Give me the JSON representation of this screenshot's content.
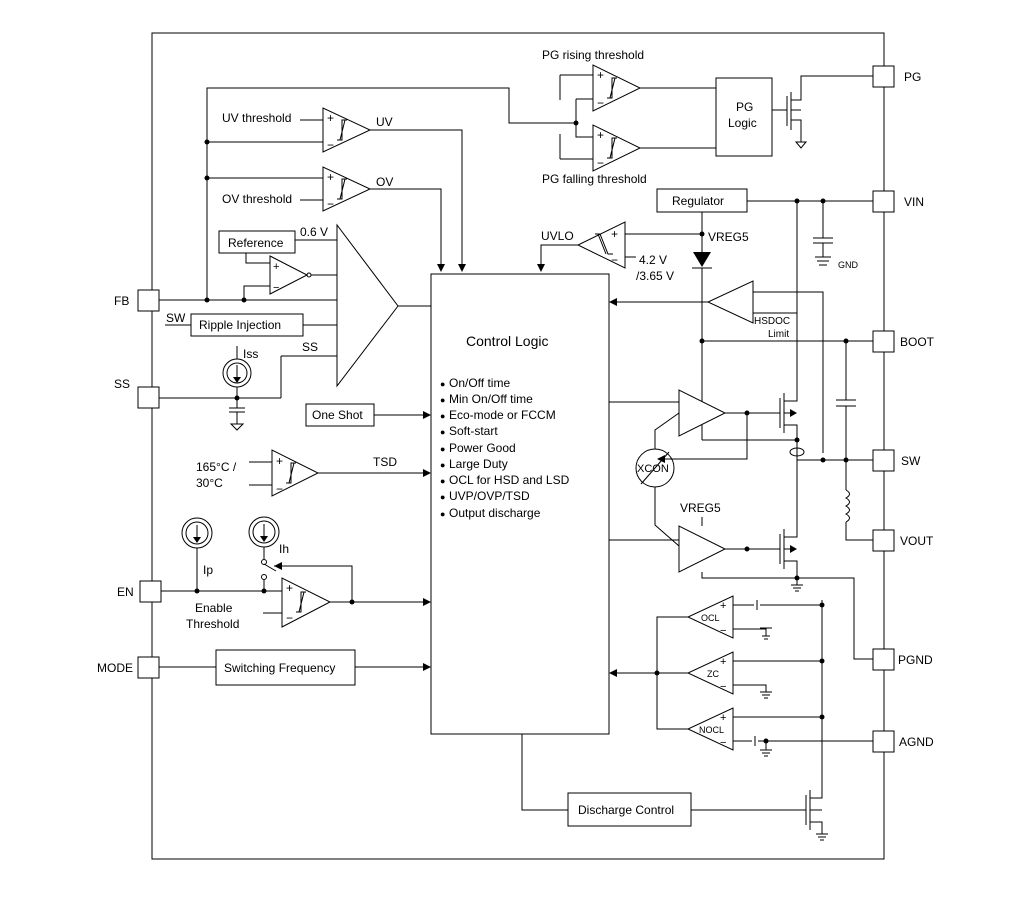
{
  "pins": {
    "pg": "PG",
    "vin": "VIN",
    "boot": "BOOT",
    "sw": "SW",
    "vout": "VOUT",
    "pgnd": "PGND",
    "agnd": "AGND",
    "fb": "FB",
    "ss": "SS",
    "en": "EN",
    "mode": "MODE"
  },
  "blocks": {
    "pg_logic": [
      "PG",
      "Logic"
    ],
    "regulator": "Regulator",
    "reference": "Reference",
    "ripple_injection": "Ripple Injection",
    "one_shot": "One Shot",
    "switching_frequency": "Switching Frequency",
    "discharge_control": "Discharge Control",
    "control_logic": "Control Logic",
    "xcon": "XCON"
  },
  "control_logic_features": [
    "On/Off time",
    "Min On/Off time",
    "Eco-mode or FCCM",
    "Soft-start",
    "Power Good",
    "Large Duty",
    "OCL for HSD and LSD",
    "UVP/OVP/TSD",
    "Output discharge"
  ],
  "labels": {
    "pg_rising": "PG rising threshold",
    "pg_falling": "PG falling threshold",
    "uv_threshold": "UV threshold",
    "uv": "UV",
    "ov_threshold": "OV threshold",
    "ov": "OV",
    "ref_voltage": "0.6 V",
    "sw_in": "SW",
    "ss_in": "SS",
    "iss": "Iss",
    "uvlo": "UVLO",
    "vreg5_top": "VREG5",
    "uvlo_thr1": "4.2 V",
    "uvlo_thr2": "/3.65 V",
    "gnd": "GND",
    "hsdoc": "HSDOC",
    "limit": "Limit",
    "tsd_temp1": "165°C /",
    "tsd_temp2": "30°C",
    "tsd": "TSD",
    "vreg5_low": "VREG5",
    "ip": "Ip",
    "ih": "Ih",
    "enable1": "Enable",
    "enable2": "Threshold",
    "ocl": "OCL",
    "zc": "ZC",
    "nocl": "NOCL"
  },
  "symbols": {
    "plus": "+",
    "minus": "−",
    "bullet": "●"
  }
}
